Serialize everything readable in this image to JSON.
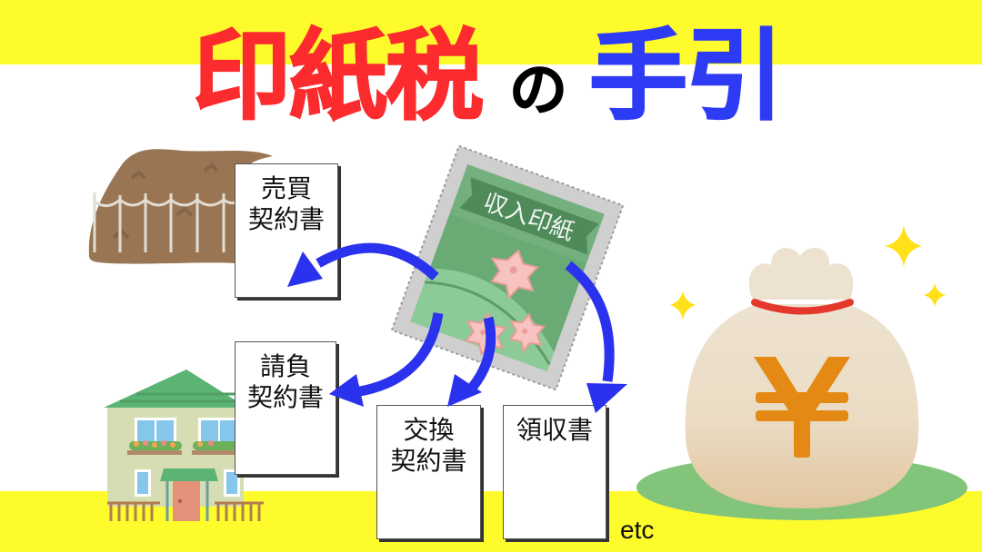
{
  "title": {
    "main_red": "印紙税",
    "particle": "の",
    "main_blue": "手引",
    "colors": {
      "red": "#fb2b2e",
      "blue": "#2e3bf4",
      "particle": "#000000"
    }
  },
  "background": {
    "band_color": "#fefb2c",
    "base_color": "#ffffff"
  },
  "stamp": {
    "label": "収入印紙",
    "icon": "revenue-stamp-icon",
    "colors": {
      "frame": "#cfcfcf",
      "body": "#6aaa75",
      "banner": "#4f8a5b",
      "flower": "#f6c3c0"
    }
  },
  "documents": [
    {
      "id": "sales-contract",
      "line1": "売買",
      "line2": "契約書"
    },
    {
      "id": "contract-for-work",
      "line1": "請負",
      "line2": "契約書"
    },
    {
      "id": "exchange-contract",
      "line1": "交換",
      "line2": "契約書"
    },
    {
      "id": "receipt",
      "line1": "領収書",
      "line2": ""
    }
  ],
  "etc_label": "etc",
  "illustrations": {
    "land": "land-plot-icon",
    "house": "house-icon",
    "money_bag": "yen-money-bag-icon",
    "yen_symbol": "¥",
    "arrow_color": "#2a32ee"
  }
}
